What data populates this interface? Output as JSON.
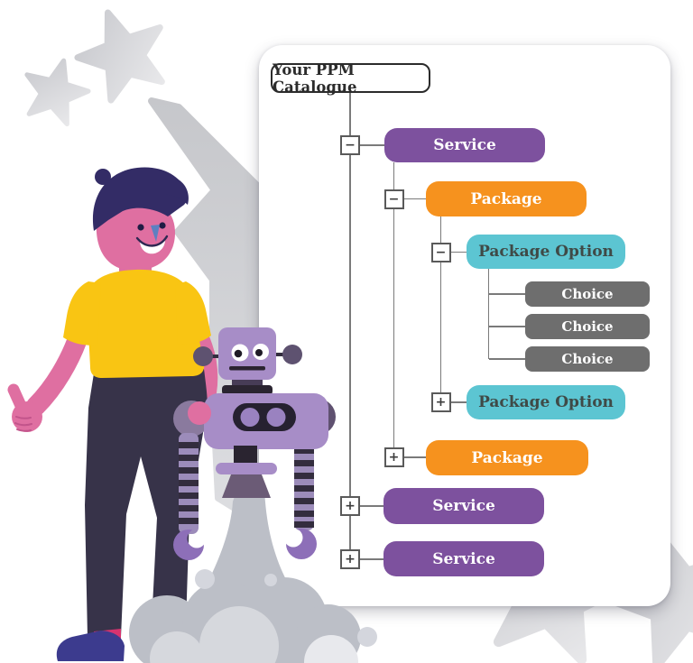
{
  "catalogue": {
    "title": "Your PPM Catalogue",
    "line_color": "#7a7a7a",
    "nodes": [
      {
        "id": "service-1",
        "label": "Service",
        "toggle": "−",
        "color": "#7d519e",
        "text_color": "#ffffff"
      },
      {
        "id": "package-1",
        "label": "Package",
        "toggle": "−",
        "color": "#f6921e",
        "text_color": "#ffffff"
      },
      {
        "id": "package-option-1",
        "label": "Package Option",
        "toggle": "−",
        "color": "#5cc5d2",
        "text_color": "#3f4a47"
      },
      {
        "id": "choice-1",
        "label": "Choice",
        "color": "#6e6e6e",
        "text_color": "#ffffff"
      },
      {
        "id": "choice-2",
        "label": "Choice",
        "color": "#6e6e6e",
        "text_color": "#ffffff"
      },
      {
        "id": "choice-3",
        "label": "Choice",
        "color": "#6e6e6e",
        "text_color": "#ffffff"
      },
      {
        "id": "package-option-2",
        "label": "Package Option",
        "toggle": "+",
        "color": "#5cc5d2",
        "text_color": "#3f4a47"
      },
      {
        "id": "package-2",
        "label": "Package",
        "toggle": "+",
        "color": "#f6921e",
        "text_color": "#ffffff"
      },
      {
        "id": "service-2",
        "label": "Service",
        "toggle": "+",
        "color": "#7d519e",
        "text_color": "#ffffff"
      },
      {
        "id": "service-3",
        "label": "Service",
        "toggle": "+",
        "color": "#7d519e",
        "text_color": "#ffffff"
      }
    ]
  },
  "illustration": {
    "elements": [
      "grey-stars",
      "person-thumbs-up",
      "robot",
      "rocket-smoke"
    ],
    "palette": {
      "skin": "#df6fa1",
      "hair": "#332c66",
      "shirt": "#f9c513",
      "pants": "#373349",
      "sock": "#d6336f",
      "shoe": "#3c3b8e",
      "robot_light": "#a78dc7",
      "robot_dark": "#2a2430",
      "robot_muted": "#5f5170",
      "robot_foot": "#8d6fb8",
      "smoke": "#bcbfc7",
      "star_grey": "#cfd0d4"
    }
  }
}
